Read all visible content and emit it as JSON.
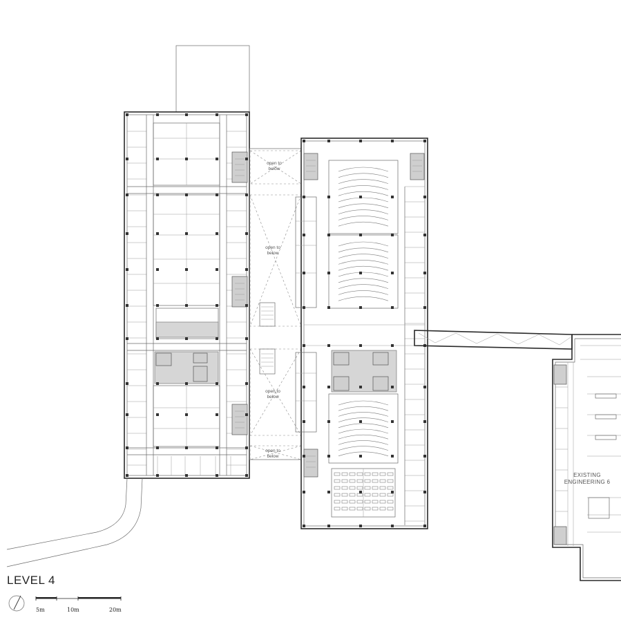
{
  "plan": {
    "title": "LEVEL 4",
    "open_labels": [
      {
        "line1": "open to",
        "line2": "below"
      },
      {
        "line1": "open to",
        "line2": "below"
      },
      {
        "line1": "open to",
        "line2": "below"
      },
      {
        "line1": "open to",
        "line2": "below"
      }
    ],
    "existing_building": {
      "line1": "EXISTING",
      "line2": "ENGINEERING 6"
    }
  },
  "scale_bar": {
    "labels": [
      "5m",
      "10m",
      "20m"
    ]
  }
}
